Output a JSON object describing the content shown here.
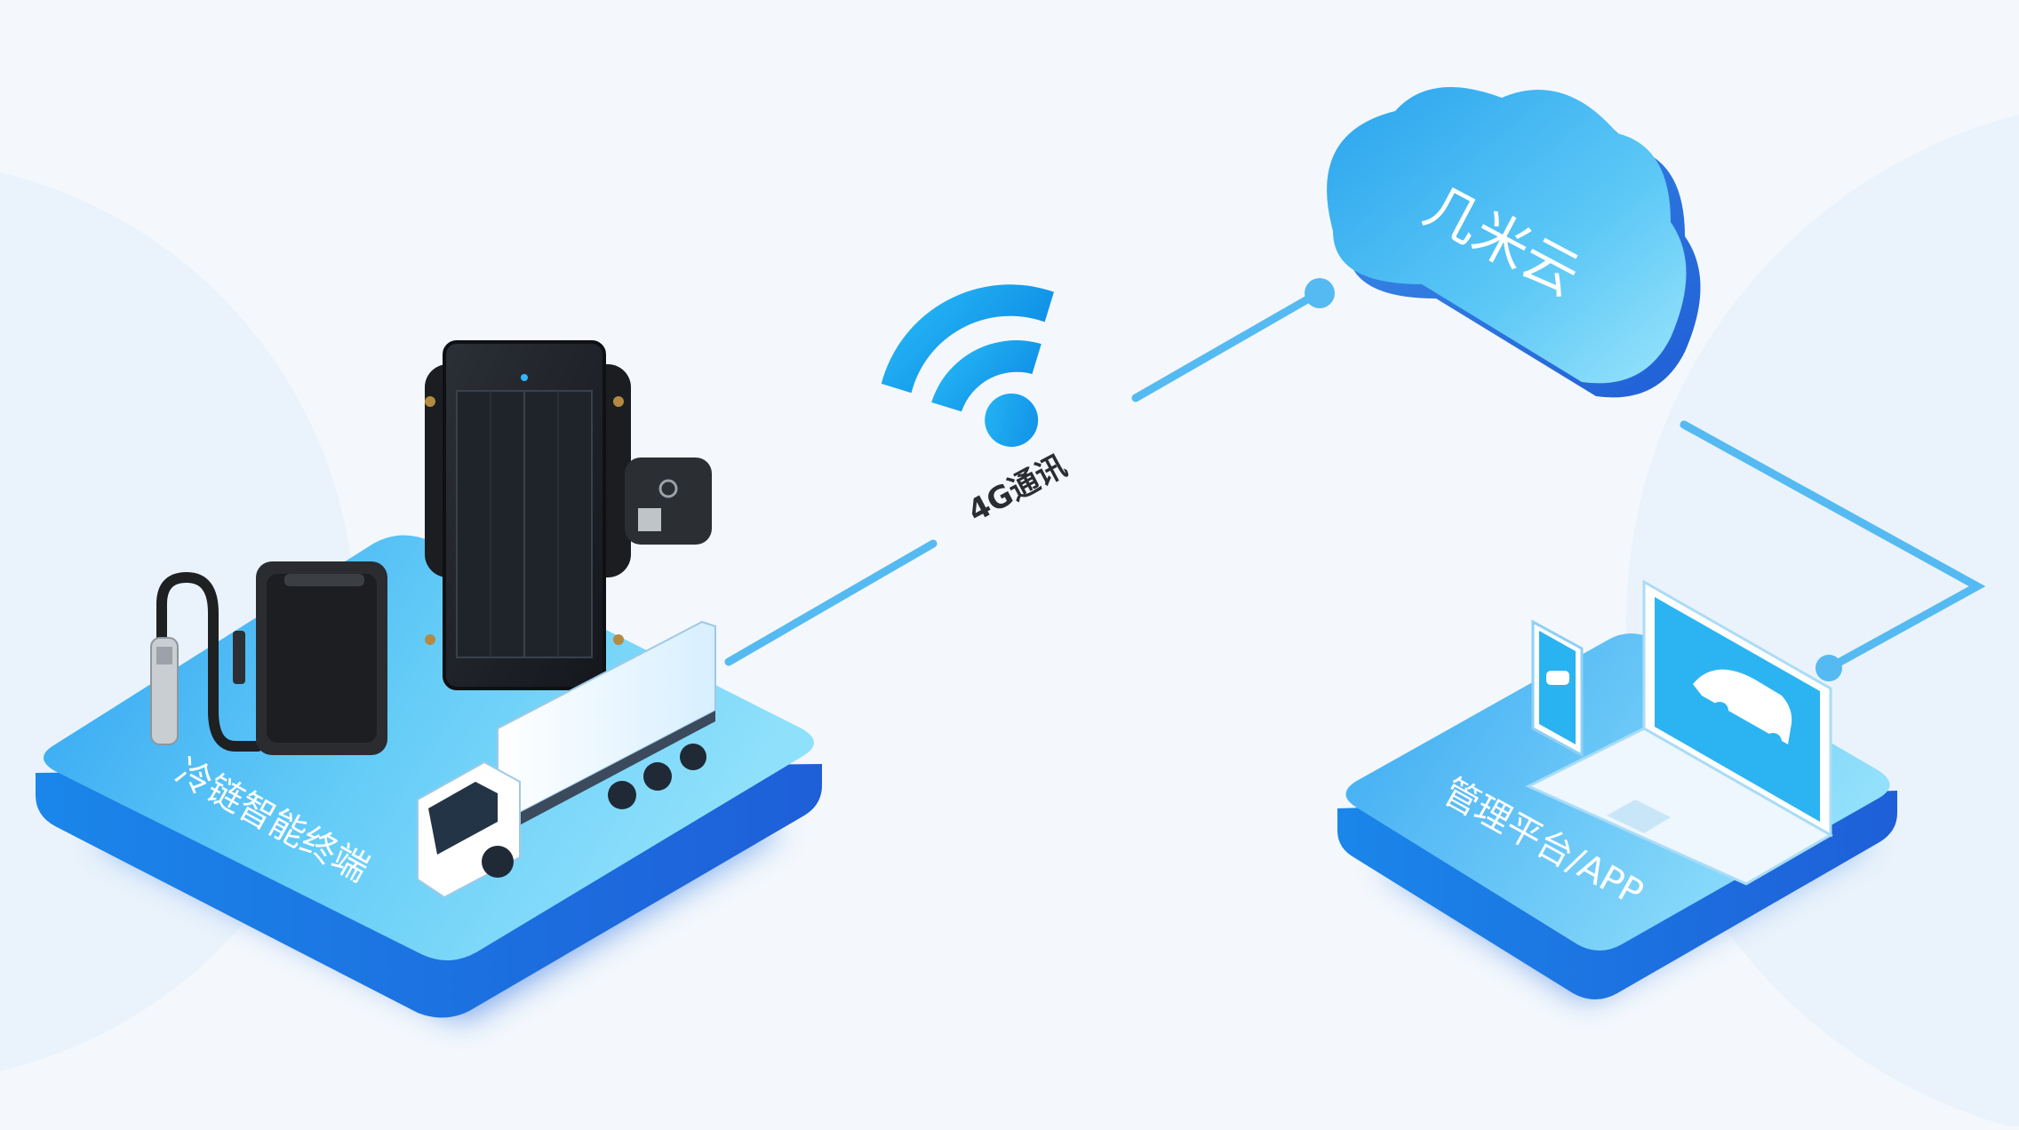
{
  "labels": {
    "cloud": "几米云",
    "comm": "4G通讯",
    "terminal": "冷链智能终端",
    "platform": "管理平台/APP"
  },
  "colors": {
    "background": "#f4f8fc",
    "accent_blue": "#1a9fea",
    "line_blue": "#55baf1",
    "platform_top": "#5ec4f6",
    "platform_side": "#1f74e6",
    "device_black": "#222426"
  }
}
